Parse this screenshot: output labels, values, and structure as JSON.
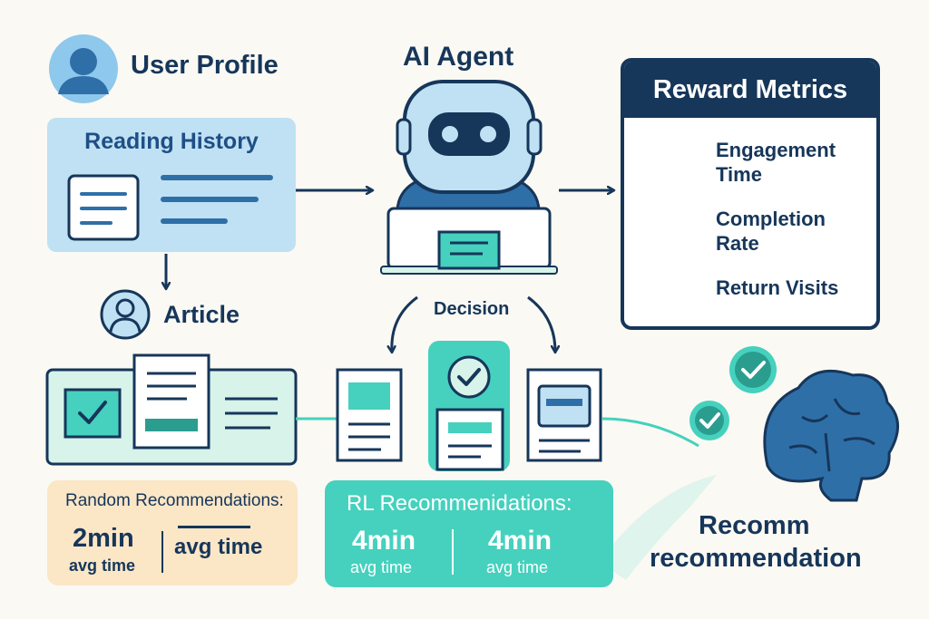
{
  "user_profile": {
    "title": "User Profile"
  },
  "reading_history": {
    "title": "Reading History"
  },
  "agent": {
    "title": "AI Agent",
    "decision_label": "Decision"
  },
  "article": {
    "title": "Article"
  },
  "reward_metrics": {
    "title": "Reward Metrics",
    "items": [
      {
        "line1": "Engagement",
        "line2": "Time",
        "icon": "trend-up-icon"
      },
      {
        "line1": "Completion",
        "line2": "Rate",
        "icon": "step-up-icon"
      },
      {
        "line1": "Return Visits",
        "line2": "",
        "icon": "zigzag-up-icon"
      }
    ]
  },
  "random_panel": {
    "title": "Random Recommendations:",
    "left_value": "2min",
    "left_caption": "avg time",
    "right_value": "avg time"
  },
  "rl_panel": {
    "title": "RL Recommenidations:",
    "left_value": "4min",
    "left_caption": "avg time",
    "right_value": "4min",
    "right_caption": "avg time"
  },
  "outcome": {
    "line1": "Recomm",
    "line2": "recommendation"
  },
  "colors": {
    "navy": "#16365a",
    "light_blue": "#bfe1f3",
    "mint": "#d7f3ea",
    "teal": "#45d1bd",
    "peach": "#fbe6c6",
    "brain_blue": "#2f6fa8"
  }
}
